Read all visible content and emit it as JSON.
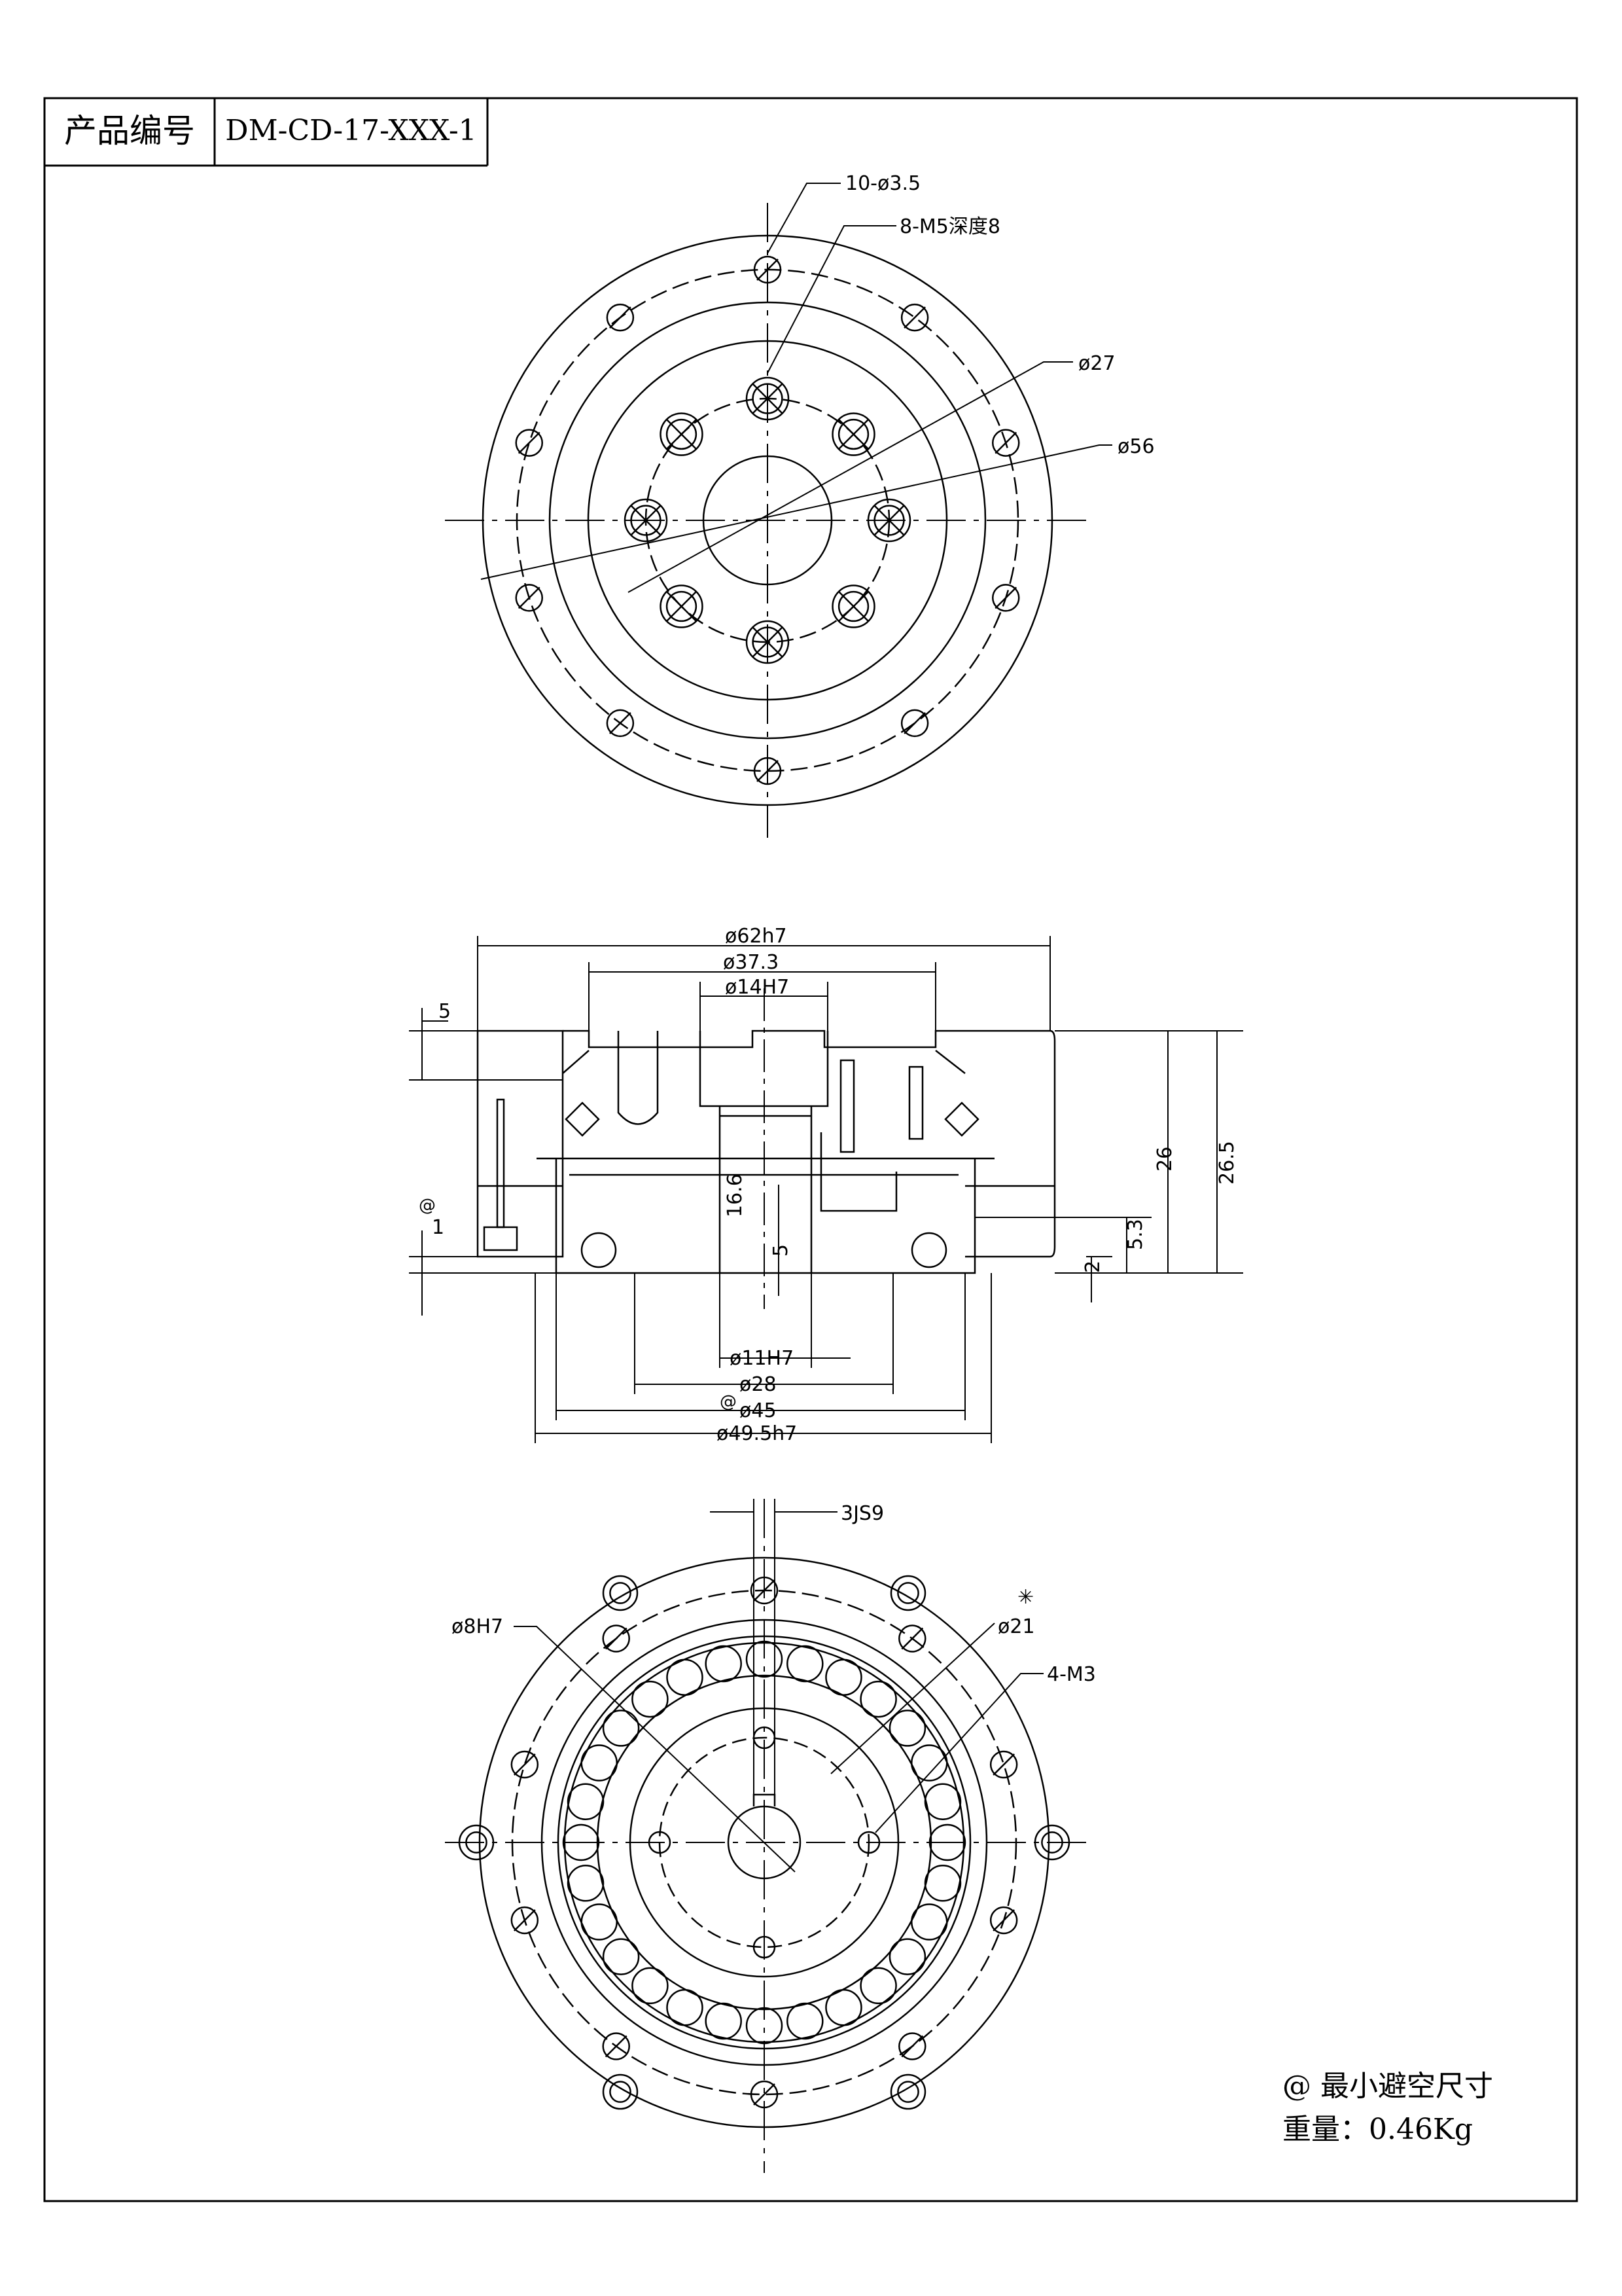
{
  "title_block": {
    "label": "产品编号",
    "product_code": "DM-CD-17-XXX-1"
  },
  "top_view": {
    "hole_callout": "10-ø3.5",
    "thread_callout": "8-M5深度8",
    "dia_inner_pcd": "ø27",
    "dia_outer_pcd": "ø56"
  },
  "section_view": {
    "dim_outer": "ø62h7",
    "dim_mid": "ø37.3",
    "dim_bore": "ø14H7",
    "dim_flange": "5",
    "dim_total_height": "26.5",
    "dim_body_height": "26",
    "dim_depth": "16.6",
    "dim_step": "5",
    "dim_step2": "5.3",
    "dim_2": "2",
    "clearance_mark": "@",
    "dim_1": "1",
    "dim_shaft": "ø11H7",
    "dim_28": "ø28",
    "clearance_mark_2": "@",
    "dim_45": "ø45",
    "dim_495": "ø49.5h7"
  },
  "bottom_view": {
    "keyway": "3JS9",
    "dia_bore": "ø8H7",
    "star_mark": "✳",
    "dia_21": "ø21",
    "thread_m3": "4-M3"
  },
  "notes": {
    "clearance_note": "@ 最小避空尺寸",
    "weight": "重量：0.46Kg"
  }
}
